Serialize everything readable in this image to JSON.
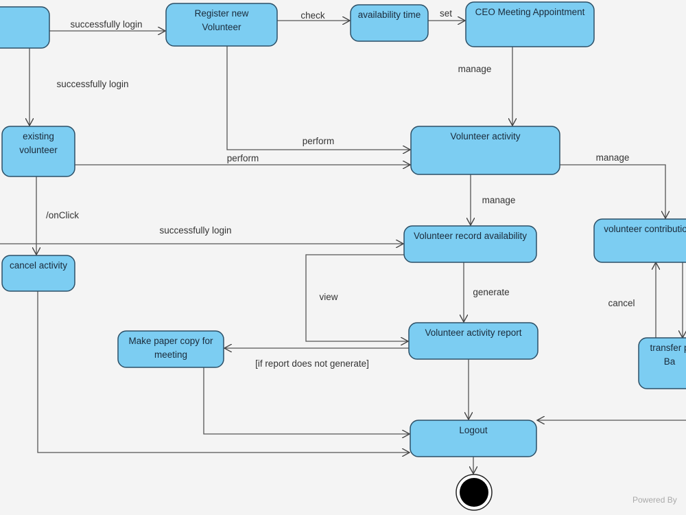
{
  "colors": {
    "node_fill": "#7ccdf2",
    "node_stroke": "#2c4f66",
    "edge": "#555555",
    "background": "#f4f4f4"
  },
  "nodes": [
    {
      "id": "login",
      "lines": []
    },
    {
      "id": "register",
      "lines": [
        "Register new",
        "Volunteer"
      ]
    },
    {
      "id": "availability",
      "lines": [
        "availability time"
      ]
    },
    {
      "id": "ceo",
      "lines": [
        "CEO Meeting Appointment"
      ]
    },
    {
      "id": "existing",
      "lines": [
        "existing",
        "volunteer"
      ]
    },
    {
      "id": "activity",
      "lines": [
        "Volunteer activity"
      ]
    },
    {
      "id": "record",
      "lines": [
        "Volunteer record availability"
      ]
    },
    {
      "id": "contribution",
      "lines": [
        "volunteer contributio"
      ]
    },
    {
      "id": "cancel",
      "lines": [
        "cancel activity"
      ]
    },
    {
      "id": "report",
      "lines": [
        "Volunteer activity report"
      ]
    },
    {
      "id": "paper",
      "lines": [
        "Make paper copy for",
        "meeting"
      ]
    },
    {
      "id": "transfer",
      "lines": [
        "transfer p",
        "Ba"
      ]
    },
    {
      "id": "logout",
      "lines": [
        "Logout"
      ]
    }
  ],
  "edges": [
    {
      "label": "successfully login"
    },
    {
      "label": "successfully login"
    },
    {
      "label": "check"
    },
    {
      "label": "set"
    },
    {
      "label": "manage"
    },
    {
      "label": "perform"
    },
    {
      "label": "perform"
    },
    {
      "label": "manage"
    },
    {
      "label": "manage"
    },
    {
      "label": "/onClick"
    },
    {
      "label": "successfully login"
    },
    {
      "label": "view"
    },
    {
      "label": "generate"
    },
    {
      "label": "[if report does not generate]"
    },
    {
      "label": ""
    },
    {
      "label": ""
    },
    {
      "label": ""
    },
    {
      "label": ""
    },
    {
      "label": ""
    },
    {
      "label": "cancel"
    },
    {
      "label": ""
    }
  ],
  "final_state": "final-state",
  "footer": {
    "powered_by": "Powered By"
  }
}
